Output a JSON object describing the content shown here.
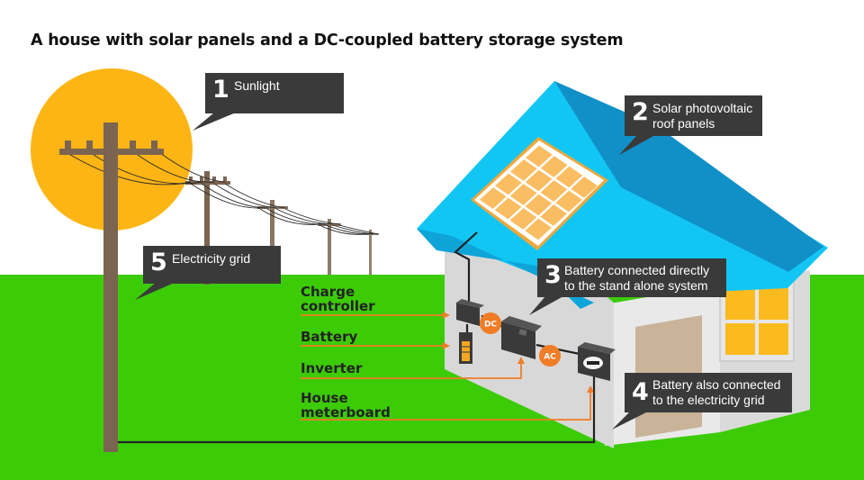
{
  "title": "A house with solar panels and a DC-coupled battery storage system",
  "callouts": [
    {
      "number": "1",
      "text": "Sunlight"
    },
    {
      "number": "2",
      "line1": "Solar photovoltaic",
      "line2": "roof panels"
    },
    {
      "number": "3",
      "line1": "Battery connected directly",
      "line2": "to the stand alone system"
    },
    {
      "number": "4",
      "line1": "Battery also connected",
      "line2": "to the electricity grid"
    },
    {
      "number": "5",
      "text": "Electricity grid"
    }
  ],
  "components": {
    "charge_controller": {
      "line1": "Charge",
      "line2": "controller"
    },
    "battery": "Battery",
    "inverter": "Inverter",
    "meterboard": {
      "line1": "House",
      "line2": "meterboard"
    }
  },
  "badges": {
    "dc": "DC",
    "ac": "AC"
  },
  "colors": {
    "sun": "#FDB515",
    "grass": "#3CCB07",
    "roof_light": "#12C6F4",
    "roof_dark": "#1090C7",
    "wall": "#E2E2E2",
    "pole": "#7B6551",
    "callout_bg": "#3A3A3A",
    "accent_orange": "#F07C26",
    "window": "#FBBB1F",
    "door": "#C9B49A"
  }
}
